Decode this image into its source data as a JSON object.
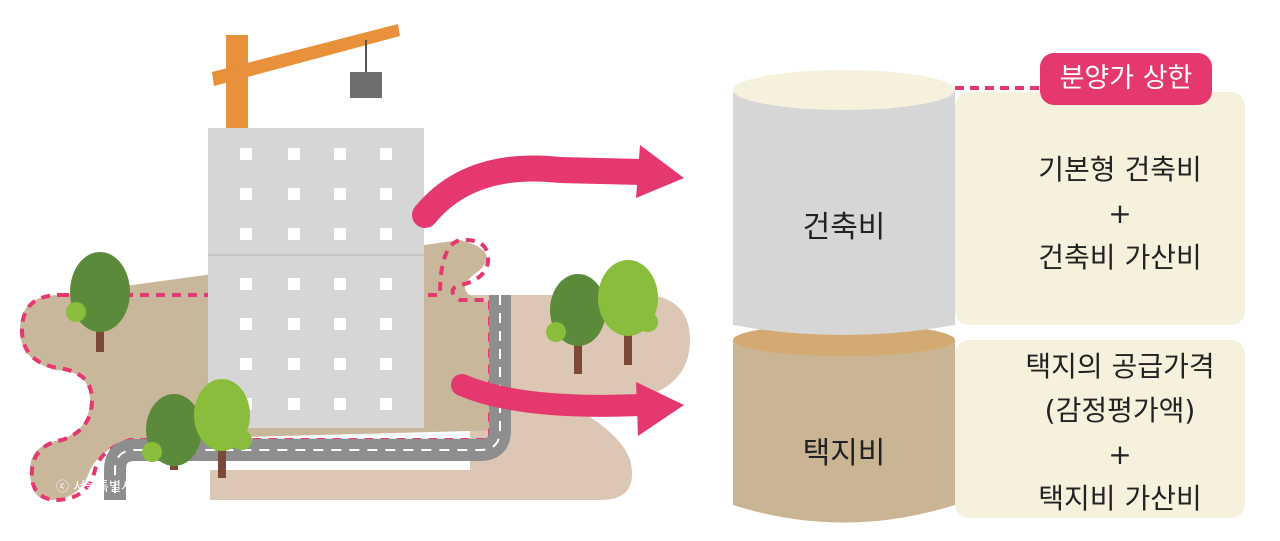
{
  "badge": {
    "label": "분양가 상한"
  },
  "cylinder": {
    "top_label": "건축비",
    "bottom_label": "택지비"
  },
  "panels": {
    "construction": {
      "line1": "기본형 건축비",
      "plus": "+",
      "line2": "건축비 가산비"
    },
    "land": {
      "line1": "택지의 공급가격",
      "line2": "(감정평가액)",
      "plus": "+",
      "line3": "택지비 가산비"
    }
  },
  "credit": "ⓒ 서울특별시 도시계획국",
  "colors": {
    "accent": "#e5386e",
    "crane": "#e8913a",
    "building": "#d6d6d6",
    "ground": "#c8b79a",
    "ground_light": "#dcc6b4",
    "cream": "#f6f1dd",
    "land_band": "#c9b593"
  }
}
